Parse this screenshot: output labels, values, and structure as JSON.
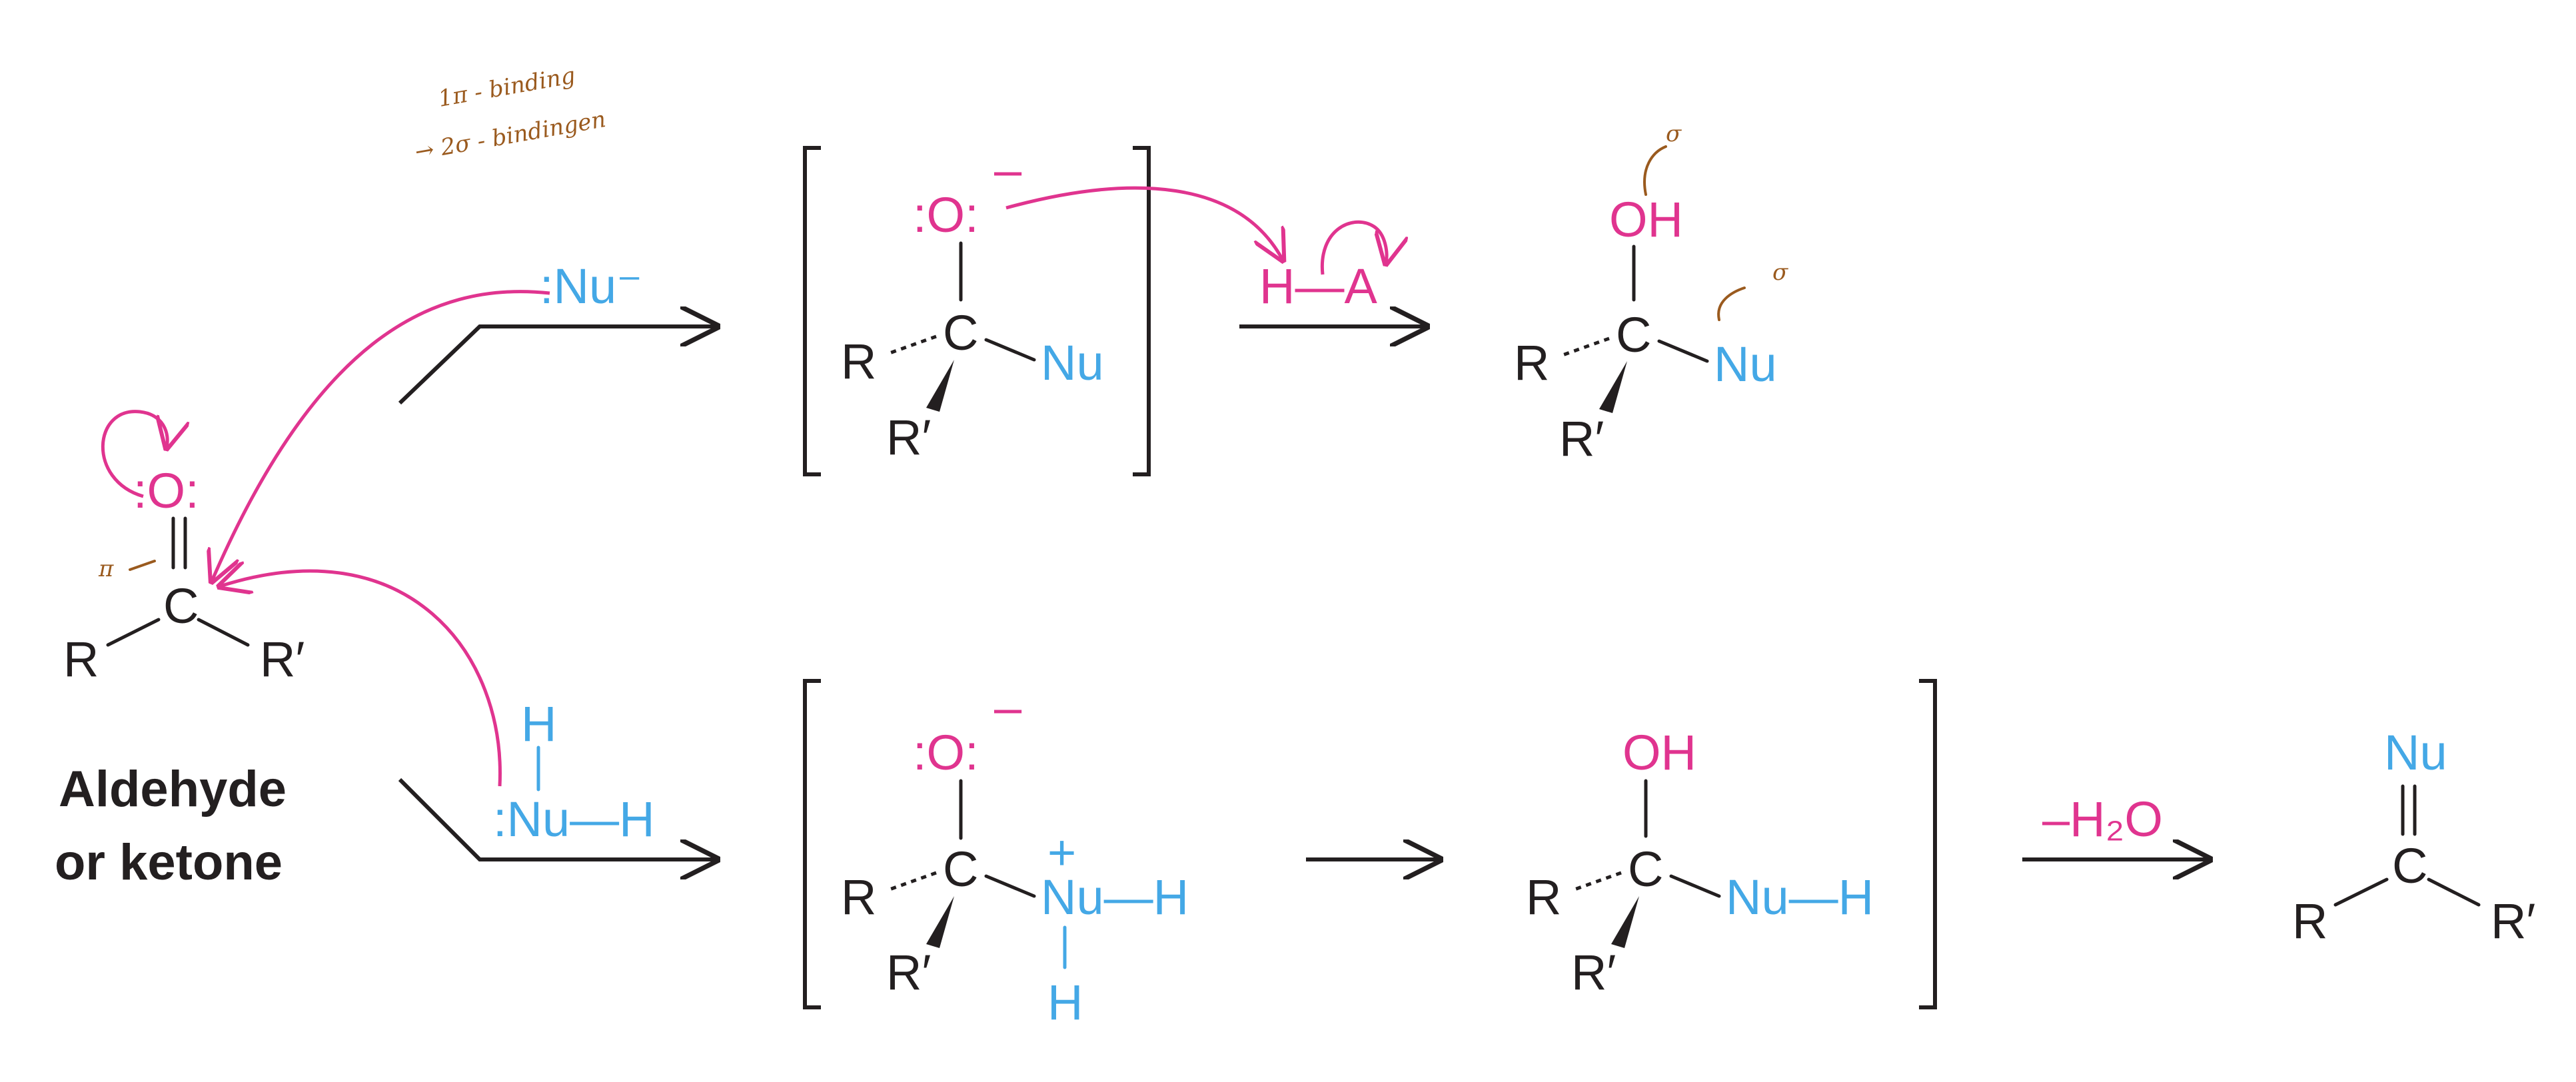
{
  "annotations": {
    "note_line1": "1π - binding",
    "note_line2": "→ 2σ - bindingen",
    "pi_mark": "π",
    "sigma_mark_1": "σ",
    "sigma_mark_2": "σ"
  },
  "reactant": {
    "oxygen": ":O:",
    "carbon": "C",
    "left_group": "R",
    "right_group": "R′",
    "label_line1": "Aldehyde",
    "label_line2": "or ketone"
  },
  "reagents": {
    "anionic_nucleophile": ":Nu⁻",
    "neutral_nucleophile": ":Nu—H",
    "neutral_nucleophile_h": "H",
    "acid": "H—A",
    "water_loss": "–H₂O"
  },
  "top_path": {
    "intermediate": {
      "oxygen": ":O:",
      "charge": "–",
      "carbon": "C",
      "left": "R",
      "bottom": "R′",
      "nu": "Nu"
    },
    "product": {
      "oh": "OH",
      "carbon": "C",
      "left": "R",
      "bottom": "R′",
      "nu": "Nu"
    }
  },
  "bottom_path": {
    "intermediate": {
      "oxygen": ":O:",
      "charge": "–",
      "carbon": "C",
      "left": "R",
      "bottom": "R′",
      "nu": "Nu—H",
      "plus": "+",
      "nu_h": "H"
    },
    "neutral": {
      "oh": "OH",
      "carbon": "C",
      "left": "R",
      "bottom": "R′",
      "nu": "Nu—H"
    },
    "product": {
      "nu": "Nu",
      "carbon": "C",
      "left": "R",
      "right": "R′"
    }
  },
  "colors": {
    "black": "#231f20",
    "magenta": "#e0348f",
    "blue": "#44a8e6",
    "annotation_brown": "#9a5a1e"
  }
}
